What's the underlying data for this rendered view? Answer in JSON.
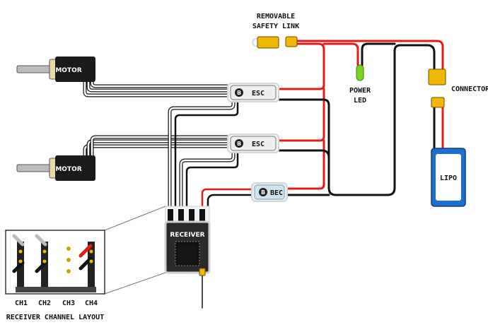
{
  "labels": {
    "safety_link_line1": "REMOVABLE",
    "safety_link_line2": "SAFETY LINK",
    "power_led_line1": "POWER",
    "power_led_line2": "LED",
    "connector": "CONNECTOR",
    "lipo": "LIPO",
    "receiver": "RECEIVER",
    "bec": "BEC",
    "esc_top": "ESC",
    "esc_bottom": "ESC",
    "motor_top": "MOTOR",
    "motor_bottom": "MOTOR",
    "channel_layout_title": "RECEIVER CHANNEL LAYOUT"
  },
  "channels": [
    "CH1",
    "CH2",
    "CH3",
    "CH4"
  ],
  "brand_letter": "B",
  "colors": {
    "red_wire": "#e01b1b",
    "black_wire": "#111111",
    "white_wire": "#ffffff",
    "lipo_blue": "#1f6fd1",
    "connector_yellow": "#f2b705",
    "led_green": "#7bd321",
    "bec_blue": "#cfe3ee"
  }
}
